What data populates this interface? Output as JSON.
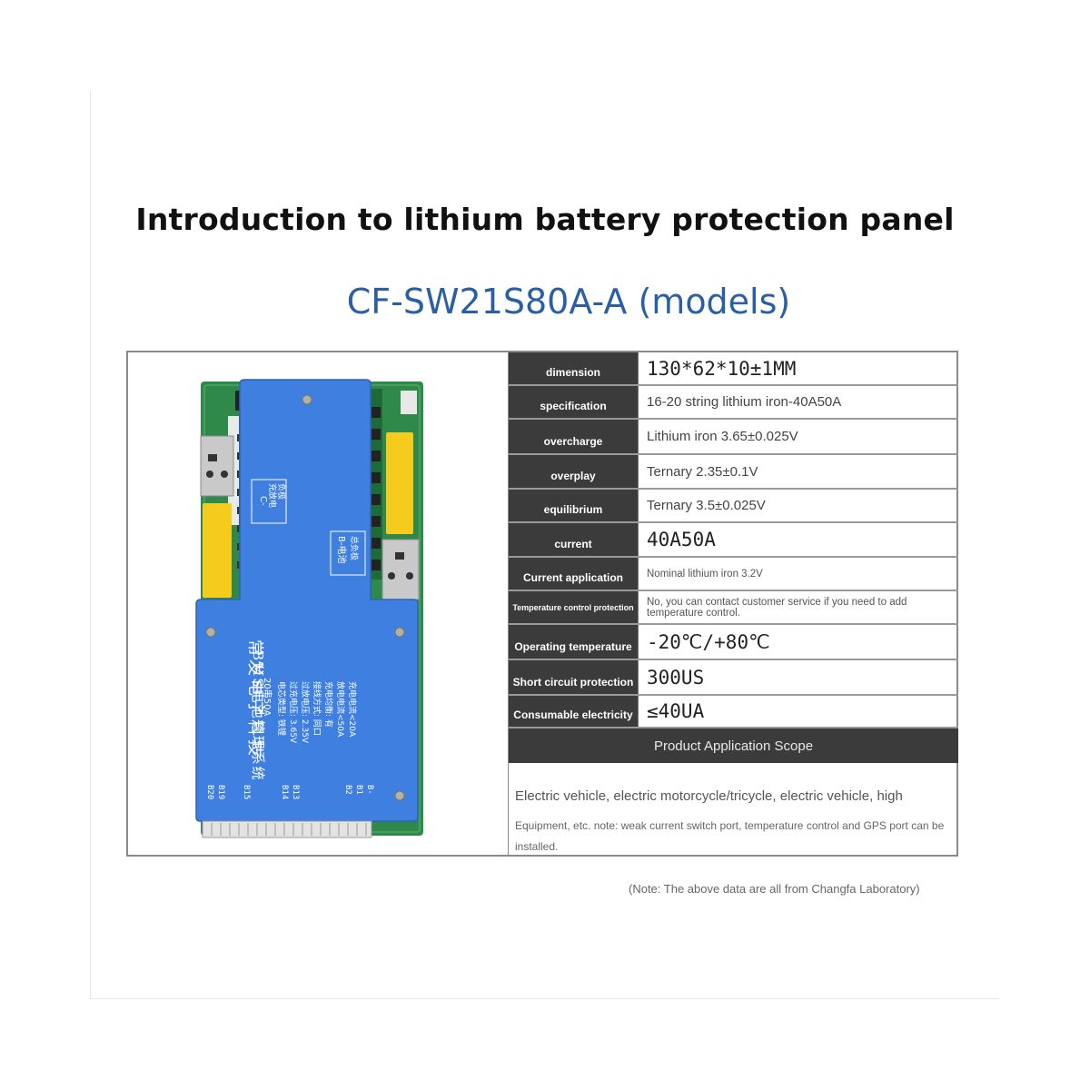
{
  "title": "Introduction to lithium battery protection panel",
  "model": "CF-SW21S80A-A (models)",
  "board": {
    "label_c": "C-",
    "label_c_sub": "充放电",
    "label_c_sub2": "负极",
    "label_b": "B-电池",
    "label_b_sub": "总负极",
    "brand": "常发电子科技",
    "system": "BMS电池管理系统",
    "spec_line": "20串50A",
    "detail_lines": [
      "电芯类型: 铁锂",
      "过充电压: 3.65V",
      "过放电压: 2.35V",
      "接线方式: 同口",
      "充电均衡: 有",
      "放电电流<50A",
      "充电电流<20A"
    ],
    "pins": [
      "B20",
      "B19",
      "B15",
      "B14",
      "B13",
      "B2",
      "B1",
      "B-"
    ]
  },
  "specs": [
    {
      "label": "dimension",
      "value": "130*62*10±1MM"
    },
    {
      "label": "specification",
      "value": "16-20 string lithium iron-40A50A"
    },
    {
      "label": "overcharge",
      "value": "Lithium iron 3.65±0.025V"
    },
    {
      "label": "overplay",
      "value": "Ternary 2.35±0.1V"
    },
    {
      "label": "equilibrium",
      "value": "Ternary 3.5±0.025V"
    },
    {
      "label": "current",
      "value": "40A50A"
    },
    {
      "label": "Current application",
      "value": "Nominal lithium iron 3.2V"
    },
    {
      "label": "Temperature control protection",
      "value": "No, you can contact customer service if you need to add temperature control."
    },
    {
      "label": "Operating temperature",
      "value": "-20℃/+80℃"
    },
    {
      "label": "Short circuit protection",
      "value": "300US"
    },
    {
      "label": "Consumable electricity",
      "value": "≤40UA"
    }
  ],
  "scope": {
    "header": "Product Application Scope",
    "line1": "Electric vehicle, electric motorcycle/tricycle, electric vehicle, high",
    "line2": "Equipment, etc. note: weak current switch port, temperature control and GPS port can be installed."
  },
  "note": "(Note: The above data are all from Changfa Laboratory)",
  "colors": {
    "board_blue": "#3f7fe0",
    "pcb_green": "#2f8a4a",
    "pad_yellow": "#f5cc1e",
    "label_dark": "#3b3b3b",
    "model_blue": "#2a5fa5"
  }
}
